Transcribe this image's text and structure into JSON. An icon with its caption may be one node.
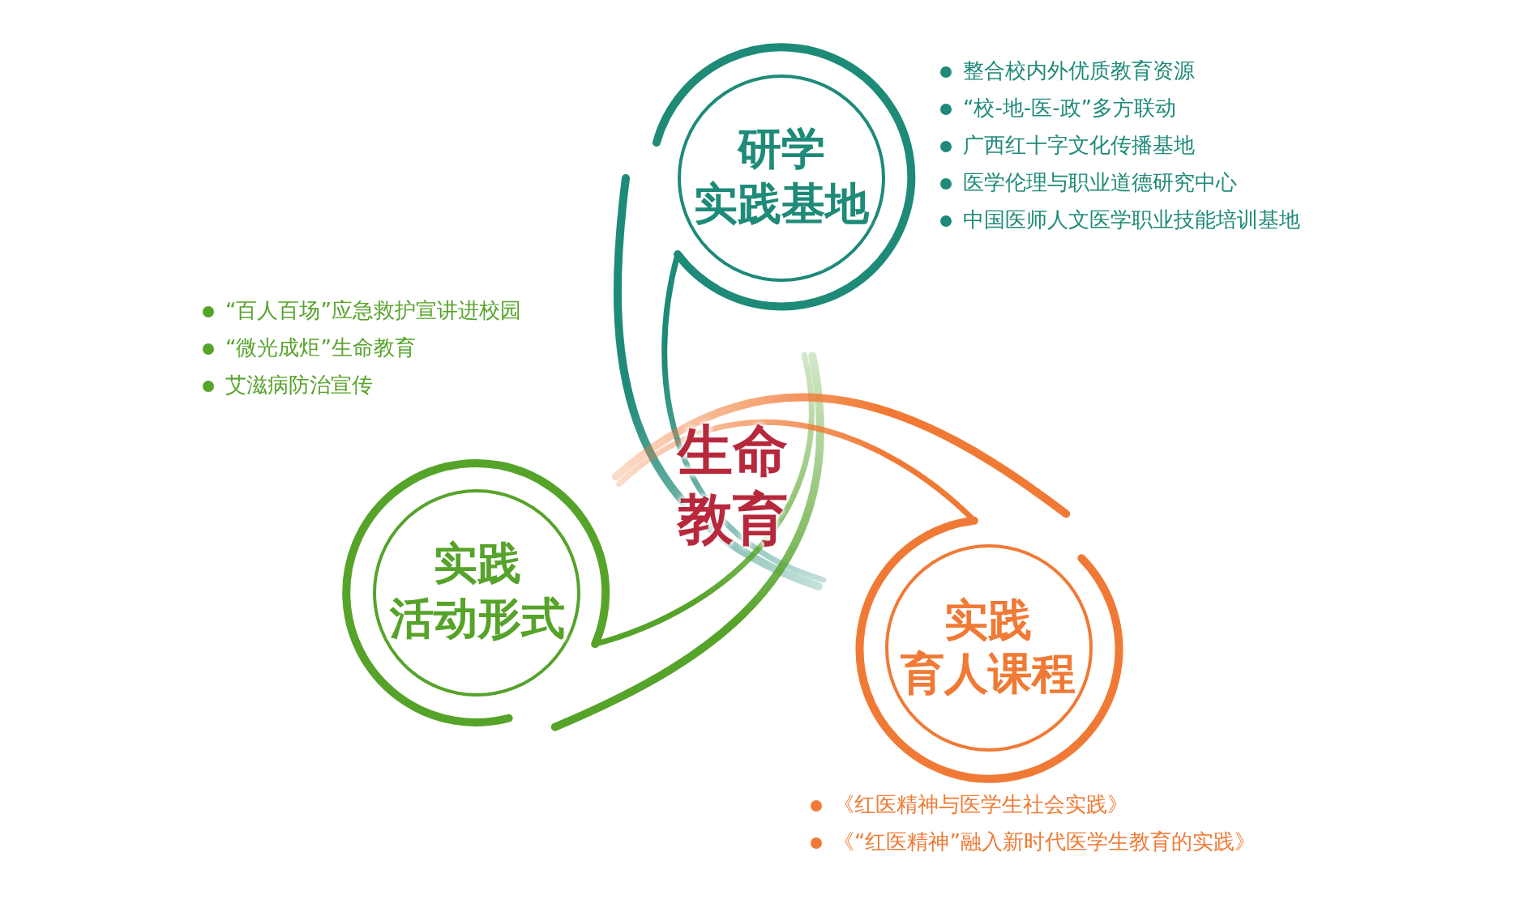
{
  "diagram": {
    "nodes": [
      {
        "text": [
          "研学实践基地"
        ],
        "beside": [
          "整合校内外优质教育资源",
          "“校-地-医-政”多方联动",
          "广西红十字文化传播基地",
          "医学伦理与职业道德研究中心",
          "中国医师人文医学职业技能培训基地"
        ]
      },
      {
        "text": [
          "生命教育"
        ]
      },
      {
        "text": [
          "实践活动形式"
        ],
        "beside": [
          "“百人百场”应急救护宣讲进校园",
          "“微光成炬”生命教育",
          "艾滋病防治宣传"
        ]
      },
      {
        "text": [
          "实践育人课程"
        ],
        "beside": [
          "《红医精神与医学生社会实践》",
          "《“红医精神”融入新时代医学生教育的实践》"
        ]
      }
    ]
  }
}
